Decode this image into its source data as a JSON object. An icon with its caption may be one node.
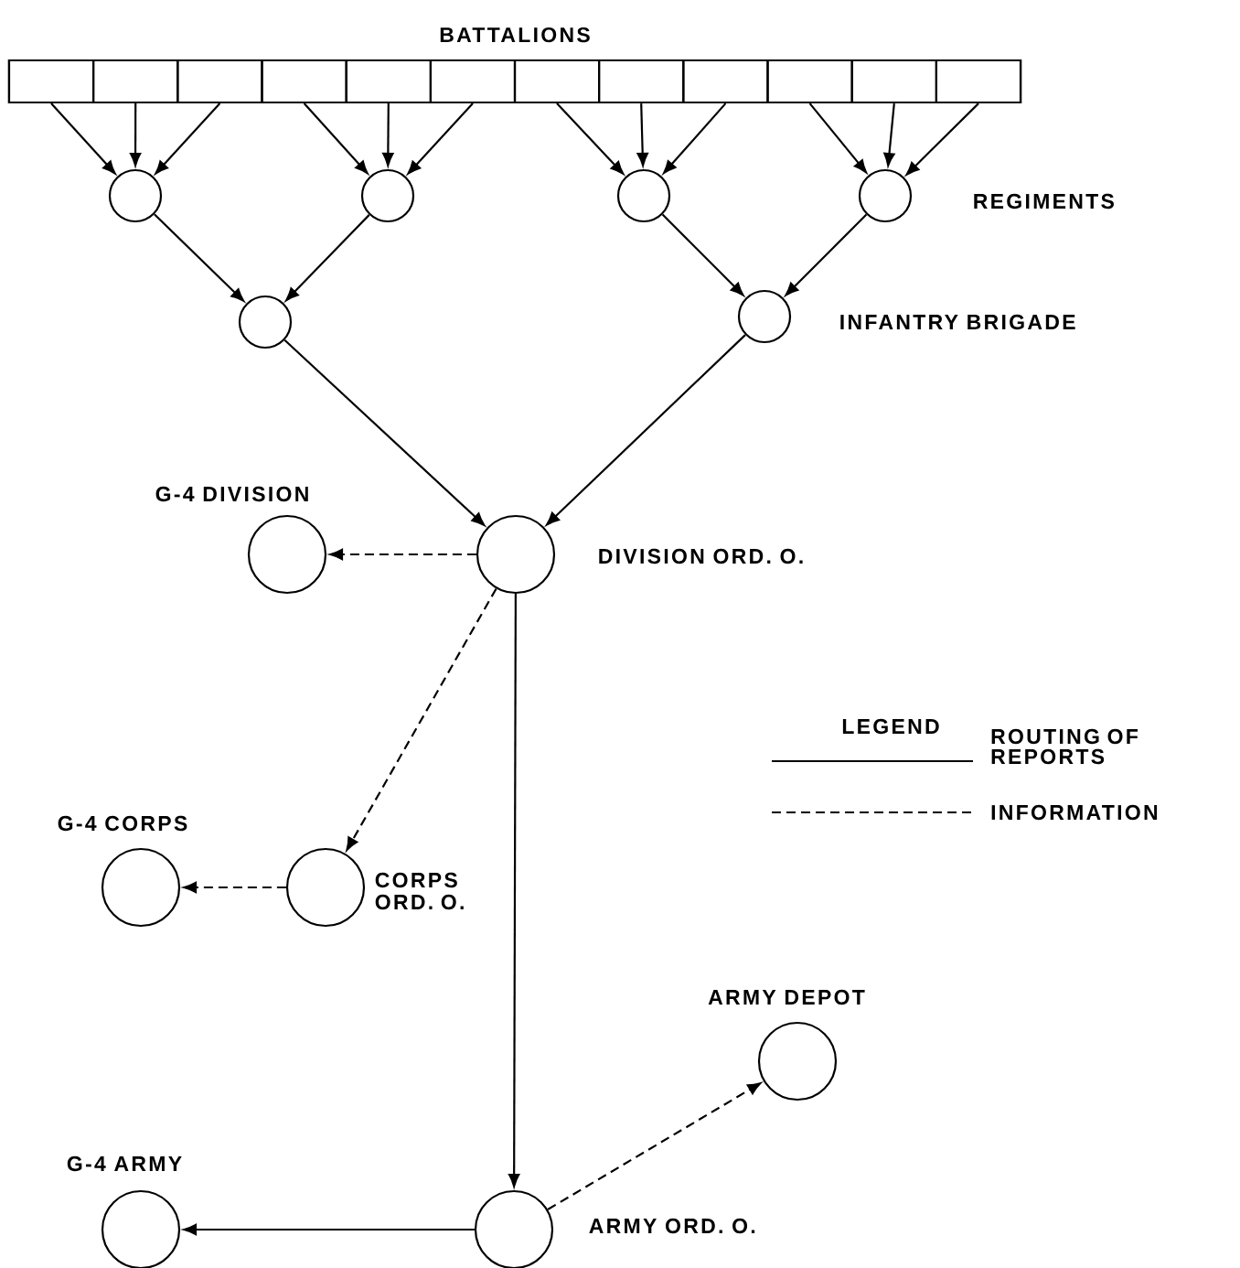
{
  "diagram": {
    "nodes": [
      {
        "text": [
          "BATTALIONS"
        ]
      },
      {
        "text": [],
        "shape": "box",
        "in": 0
      },
      {
        "text": [],
        "shape": "box",
        "in": 0
      },
      {
        "text": [],
        "shape": "box",
        "in": 0
      },
      {
        "text": [],
        "shape": "box",
        "in": 0
      },
      {
        "text": [],
        "shape": "box",
        "in": 0
      },
      {
        "text": [],
        "shape": "box",
        "in": 0
      },
      {
        "text": [],
        "shape": "box",
        "in": 0
      },
      {
        "text": [],
        "shape": "box",
        "in": 0
      },
      {
        "text": [],
        "shape": "box",
        "in": 0
      },
      {
        "text": [],
        "shape": "box",
        "in": 0
      },
      {
        "text": [],
        "shape": "box",
        "in": 0
      },
      {
        "text": [],
        "shape": "box",
        "in": 0
      },
      {
        "text": [],
        "shape": "circle"
      },
      {
        "text": [],
        "shape": "circle"
      },
      {
        "text": [],
        "shape": "circle"
      },
      {
        "text": [],
        "shape": "circle"
      },
      {
        "text": [],
        "shape": "circle"
      },
      {
        "text": [],
        "shape": "circle"
      },
      {
        "text": [
          "G-4 DIVISION"
        ]
      },
      {
        "text": [
          "DIVISION ORD. O."
        ]
      },
      {
        "text": [
          "G-4 CORPS"
        ]
      },
      {
        "text": [
          "CORPS ORD. O."
        ]
      },
      {
        "text": [
          "ARMY DEPOT"
        ]
      },
      {
        "text": [
          "G-4 ARMY"
        ]
      },
      {
        "text": [
          "ARMY ORD. O."
        ]
      }
    ],
    "edges": [
      {
        "from": 1,
        "to": 13,
        "arrow": "to"
      },
      {
        "from": 2,
        "to": 13,
        "arrow": "to"
      },
      {
        "from": 3,
        "to": 13,
        "arrow": "to"
      },
      {
        "from": 4,
        "to": 14,
        "arrow": "to"
      },
      {
        "from": 5,
        "to": 14,
        "arrow": "to"
      },
      {
        "from": 6,
        "to": 14,
        "arrow": "to"
      },
      {
        "from": 7,
        "to": 15,
        "arrow": "to"
      },
      {
        "from": 8,
        "to": 15,
        "arrow": "to"
      },
      {
        "from": 9,
        "to": 15,
        "arrow": "to"
      },
      {
        "from": 10,
        "to": 16,
        "arrow": "to"
      },
      {
        "from": 11,
        "to": 16,
        "arrow": "to"
      },
      {
        "from": 12,
        "to": 16,
        "arrow": "to"
      },
      {
        "from": 13,
        "to": 17,
        "arrow": "to"
      },
      {
        "from": 14,
        "to": 17,
        "arrow": "to"
      },
      {
        "from": 15,
        "to": 18,
        "arrow": "to"
      },
      {
        "from": 16,
        "to": 18,
        "arrow": "to"
      },
      {
        "from": 17,
        "to": 20,
        "arrow": "to"
      },
      {
        "from": 18,
        "to": 20,
        "arrow": "to"
      },
      {
        "from": 20,
        "to": 19,
        "arrow": "to",
        "style": "dashed"
      },
      {
        "from": 20,
        "to": 22,
        "arrow": "to",
        "style": "dashed"
      },
      {
        "from": 22,
        "to": 21,
        "arrow": "to",
        "style": "dashed"
      },
      {
        "from": 20,
        "to": 25,
        "arrow": "to"
      },
      {
        "from": 25,
        "to": 23,
        "arrow": "to",
        "style": "dashed"
      },
      {
        "from": 25,
        "to": 24,
        "arrow": "to"
      }
    ],
    "labels": [
      "REGIMENTS",
      "INFANTRY BRIGADE",
      "LEGEND"
    ],
    "legend": [
      {
        "text": "ROUTING OF REPORTS"
      },
      {
        "text": "INFORMATION"
      }
    ]
  }
}
